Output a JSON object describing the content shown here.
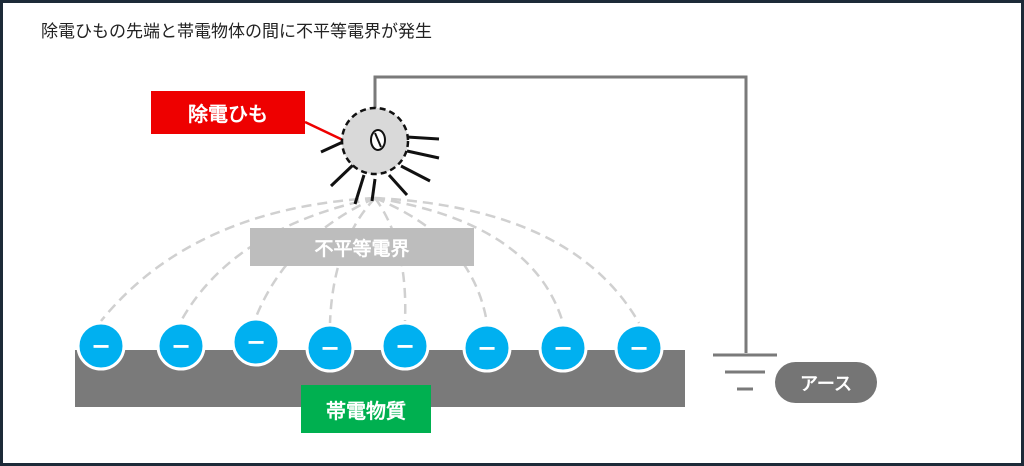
{
  "title": "除電ひもの先端と帯電物体の間に不平等電界が発生",
  "labels": {
    "strap": "除電ひも",
    "field": "不平等電界",
    "material": "帯電物質",
    "earth": "アース"
  },
  "charge_symbol": "−",
  "charge_count": 8,
  "colors": {
    "strap_box": "#ee0000",
    "field_box": "#bdbdbd",
    "material_box": "#00b050",
    "earth_box": "#757575",
    "charge_fill": "#00b0f0",
    "material_bar": "#7a7a7a",
    "field_lines": "#d0d0d0",
    "wire": "#7a7a7a"
  }
}
